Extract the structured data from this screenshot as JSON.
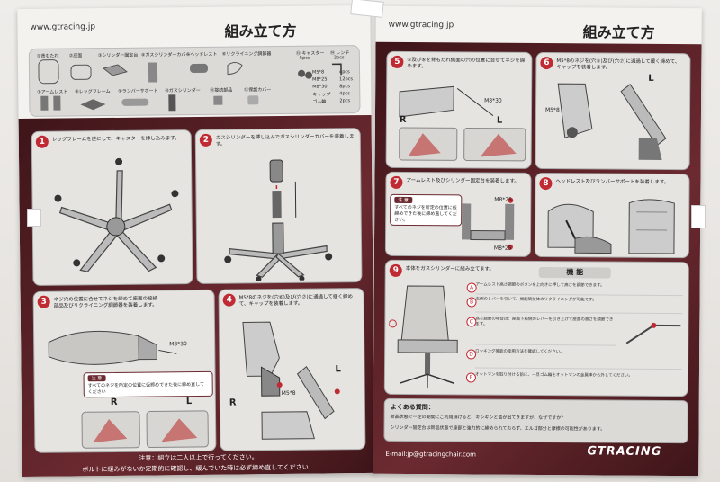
{
  "left_page": {
    "url": "www.gtracing.jp",
    "title": "組み立て方",
    "parts": [
      {
        "label": "①背もたれ"
      },
      {
        "label": "②座面"
      },
      {
        "label": "③シリンダー固定台"
      },
      {
        "label": "④ガスシリンダーカバー"
      },
      {
        "label": "⑤ヘッドレスト"
      },
      {
        "label": "⑥リクライニング調節器"
      },
      {
        "label": "⑦アームレスト"
      },
      {
        "label": "⑧レッグフレーム"
      },
      {
        "label": "⑨ランバーサポート"
      },
      {
        "label": "⑩ガスシリンダー"
      },
      {
        "label": "⑪接続部品"
      },
      {
        "label": "⑫保護カバー"
      }
    ],
    "hardware": [
      {
        "label": "⑬ キャスター",
        "qty": "5pcs"
      },
      {
        "label": "⑭ レンチ",
        "qty": "2pcs"
      },
      {
        "label": "M5*8",
        "qty": "4pcs"
      },
      {
        "label": "M8*25",
        "qty": "12pcs"
      },
      {
        "label": "M8*30",
        "qty": "8pcs"
      },
      {
        "label": "キャップ",
        "qty": "4pcs"
      },
      {
        "label": "ゴム輪",
        "qty": "2pcs"
      }
    ],
    "steps": [
      {
        "num": "1",
        "text": "レッグフレームを逆にして、キャスターを挿し込みます。"
      },
      {
        "num": "2",
        "text": "ガスシリンダーを挿し込んでガスシリンダーカバーを装着します。"
      },
      {
        "num": "3",
        "text": "ネジ穴の位置に合せてネジを締めて座面の接続部品及びリクライニング調節器を装着します。",
        "caution_tag": "注 意",
        "caution": "すべてのネジを所定の位置に仮締めできた後に締め直してください",
        "r_label": "R",
        "l_label": "L",
        "screw": "M8*30"
      },
      {
        "num": "4",
        "text": "M5*8のネジを(穴⑥)及び(穴⑦)に通過して緩く締めて、キャップを装着します。",
        "r_label": "R",
        "l_label": "L",
        "screw": "M5*8"
      }
    ],
    "footer_line1": "注意：組立は二人以上で行ってください。",
    "footer_line2": "ボルトに緩みがないか定期的に確認し、緩んでいた時は必ず締め直してください！"
  },
  "right_page": {
    "url": "www.gtracing.jp",
    "title": "組み立て方",
    "steps": [
      {
        "num": "5",
        "text": "⑤及び⑥を背もたれ側面の穴の位置に合せてネジを締めます。",
        "r_label": "R",
        "l_label": "L",
        "screw": "M8*30"
      },
      {
        "num": "6",
        "text": "M5*8のネジを(穴⑥)及び(穴⑦)に通過して緩く締めて、キャップを装着します。",
        "l_label": "L",
        "screw": "M5*8"
      },
      {
        "num": "7",
        "text": "アームレスト及びシリンダー固定台を装着します。",
        "caution_tag": "注 意",
        "caution": "すべてのネジを所定の位置に仮締めできた後に締め直してください。",
        "screw1": "M8*25",
        "screw2": "M8*25"
      },
      {
        "num": "8",
        "text": "ヘッドレスト及びランバーサポートを装着します。"
      },
      {
        "num": "9",
        "text": "本体をガスシリンダーに組み立てます。"
      }
    ],
    "function": {
      "heading": "機 能",
      "items": [
        {
          "letter": "A",
          "text": "アームレスト高さ調節のボタンを上向きに押して高さを調節できます。"
        },
        {
          "letter": "B",
          "text": "右側のレバーを引いて、機能競技体のリクライニングが可能です。"
        },
        {
          "letter": "C",
          "text": "高さ調節の場合は：座面下右側のレバーを引き上げて座面の高さを調節できます。"
        },
        {
          "letter": "D",
          "text": "ロッキング機能の使用方法を確認してください。"
        },
        {
          "letter": "E",
          "text": "オットマンを取り付ける前に、一旦ゴム輪をオットマンの金属棒から外してください。"
        }
      ]
    },
    "faq_title": "よくある質問：",
    "faq_q": "新品状態で一定の期間にご利用頂けると、ギシギシと音が出てきますが、なぜですか？",
    "faq_a": "シリンダー固定台は新品状態で座部と強力的に締められておらず、エルゴ部分と摩擦の可能性があります。",
    "email": "E-mail:jp@gtracingchair.com",
    "brand": "GTRACING"
  }
}
